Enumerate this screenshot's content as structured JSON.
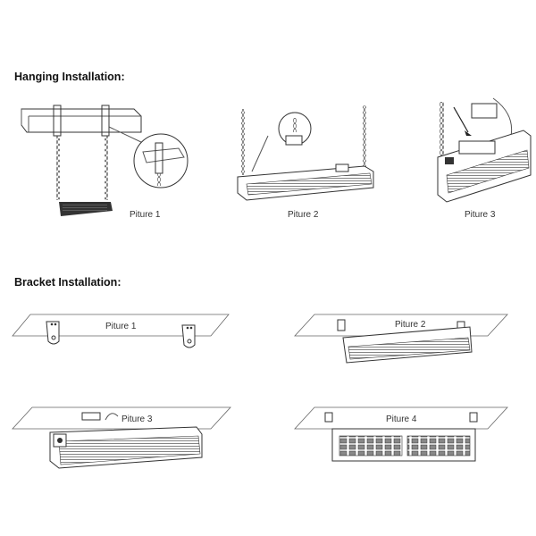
{
  "sections": {
    "hanging": {
      "title": "Hanging Installation:",
      "steps": [
        "Piture 1",
        "Piture 2",
        "Piture 3"
      ]
    },
    "bracket": {
      "title": "Bracket Installation:",
      "steps": [
        "Piture 1",
        "Piture 2",
        "Piture 3",
        "Piture 4"
      ]
    }
  }
}
